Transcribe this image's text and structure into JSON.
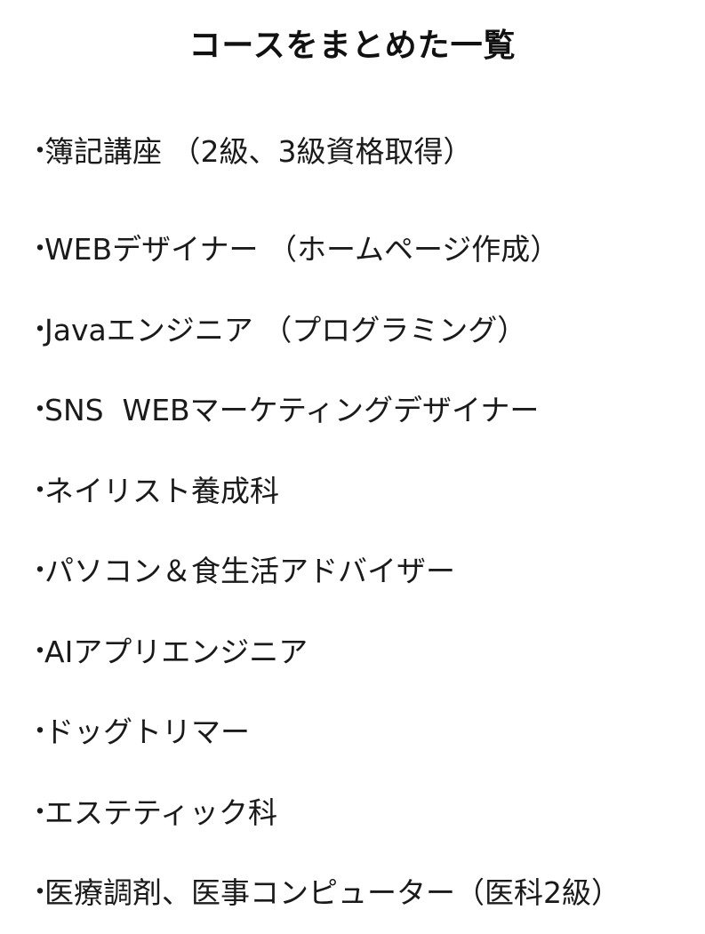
{
  "document": {
    "title": "コースをまとめた一覧",
    "bullet": "・",
    "courses": [
      {
        "label": "簿記講座 （2級、3級資格取得）"
      },
      {
        "label": "WEBデザイナー （ホームページ作成）"
      },
      {
        "label": "Javaエンジニア （プログラミング）"
      },
      {
        "label": "SNS  WEBマーケティングデザイナー"
      },
      {
        "label": "ネイリスト養成科"
      },
      {
        "label": "パソコン＆食生活アドバイザー"
      },
      {
        "label": "AIアプリエンジニア"
      },
      {
        "label": "ドッグトリマー"
      },
      {
        "label": "エステティック科"
      },
      {
        "label": "医療調剤、医事コンピューター（医科2級）"
      }
    ]
  }
}
